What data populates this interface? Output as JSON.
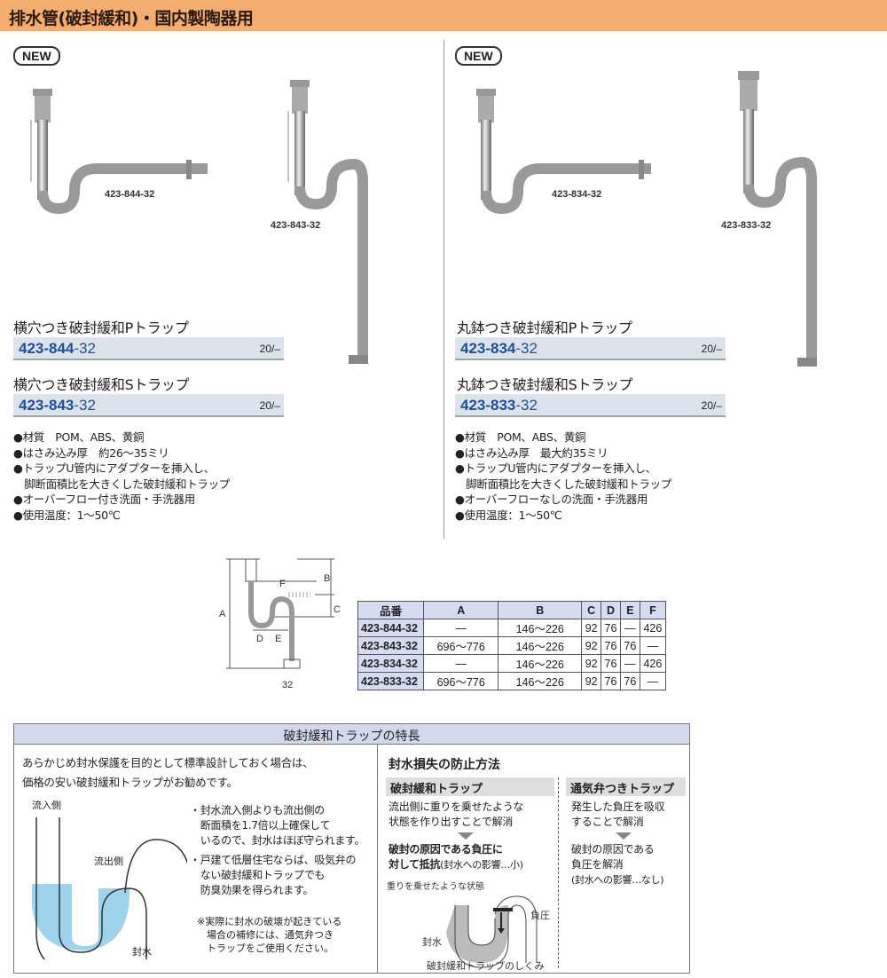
{
  "header": {
    "title": "排水管(破封緩和)・国内製陶器用"
  },
  "badge": "NEW",
  "left": {
    "images": [
      {
        "label": "423-844-32"
      },
      {
        "label": "423-843-32"
      }
    ],
    "products": [
      {
        "name": "横穴つき破封緩和Pトラップ",
        "code_main": "423-844",
        "code_suffix": "-32",
        "price": "20/–"
      },
      {
        "name": "横穴つき破封緩和Sトラップ",
        "code_main": "423-843",
        "code_suffix": "-32",
        "price": "20/–"
      }
    ],
    "bullets": [
      "●材質　POM、ABS、黄銅",
      "●はさみ込み厚　約26〜35ミリ",
      "●トラップU管内にアダプターを挿入し、",
      "　脚断面積比を大きくした破封緩和トラップ",
      "●オーバーフロー付き洗面・手洗器用",
      "●使用温度：1〜50℃"
    ]
  },
  "right": {
    "images": [
      {
        "label": "423-834-32"
      },
      {
        "label": "423-833-32"
      }
    ],
    "products": [
      {
        "name": "丸鉢つき破封緩和Pトラップ",
        "code_main": "423-834",
        "code_suffix": "-32",
        "price": "20/–"
      },
      {
        "name": "丸鉢つき破封緩和Sトラップ",
        "code_main": "423-833",
        "code_suffix": "-32",
        "price": "20/–"
      }
    ],
    "bullets": [
      "●材質　POM、ABS、黄銅",
      "●はさみ込み厚　最大約35ミリ",
      "●トラップU管内にアダプターを挿入し、",
      "　脚断面積比を大きくした破封緩和トラップ",
      "●オーバーフローなしの洗面・手洗器用",
      "●使用温度：1〜50℃"
    ]
  },
  "diagram": {
    "labels": {
      "a": "A",
      "b": "B",
      "c": "C",
      "d": "D",
      "e": "E",
      "f": "F",
      "size": "32"
    }
  },
  "table": {
    "headers": [
      "品番",
      "A",
      "B",
      "C",
      "D",
      "E",
      "F"
    ],
    "rows": [
      [
        "423-844-32",
        "—",
        "146〜226",
        "92",
        "76",
        "—",
        "426"
      ],
      [
        "423-843-32",
        "696〜776",
        "146〜226",
        "92",
        "76",
        "76",
        "—"
      ],
      [
        "423-834-32",
        "—",
        "146〜226",
        "92",
        "76",
        "—",
        "426"
      ],
      [
        "423-833-32",
        "696〜776",
        "146〜226",
        "92",
        "76",
        "76",
        "—"
      ]
    ]
  },
  "feature": {
    "title": "破封緩和トラップの特長",
    "intro": [
      "あらかじめ封水保護を目的として標準設計しておく場合は、",
      "価格の安い破封緩和トラップがお勧めです。"
    ],
    "fig": {
      "inlet": "流入側",
      "outlet": "流出側",
      "water": "封水"
    },
    "points": [
      "・封水流入側よりも流出側の",
      "　断面積を1.7倍以上確保して",
      "　いるので、封水はほぼ守られます。",
      "・戸建て低層住宅ならば、吸気弁の",
      "　ない破封緩和トラップでも",
      "　防臭効果を得られます。"
    ],
    "note": [
      "※実際に封水の破壊が起きている",
      "　場合の補修には、通気弁つき",
      "　トラップをご使用ください。"
    ],
    "method_title": "封水損失の防止方法",
    "col1": {
      "head": "破封緩和トラップ",
      "desc": [
        "流出側に重りを乗せたような",
        "状態を作り出すことで解消"
      ],
      "result": [
        "破封の原因である負圧に",
        "対して抵抗"
      ],
      "effect": "(封水への影響…小)",
      "fig_label": "重りを乗せたような状態",
      "neg": "負圧",
      "water": "封水",
      "caption": "破封緩和トラップのしくみ"
    },
    "col2": {
      "head": "通気弁つきトラップ",
      "desc": [
        "発生した負圧を吸収",
        "することで解消"
      ],
      "result": [
        "破封の原因である",
        "負圧を解消",
        "(封水への影響…なし)"
      ]
    }
  }
}
